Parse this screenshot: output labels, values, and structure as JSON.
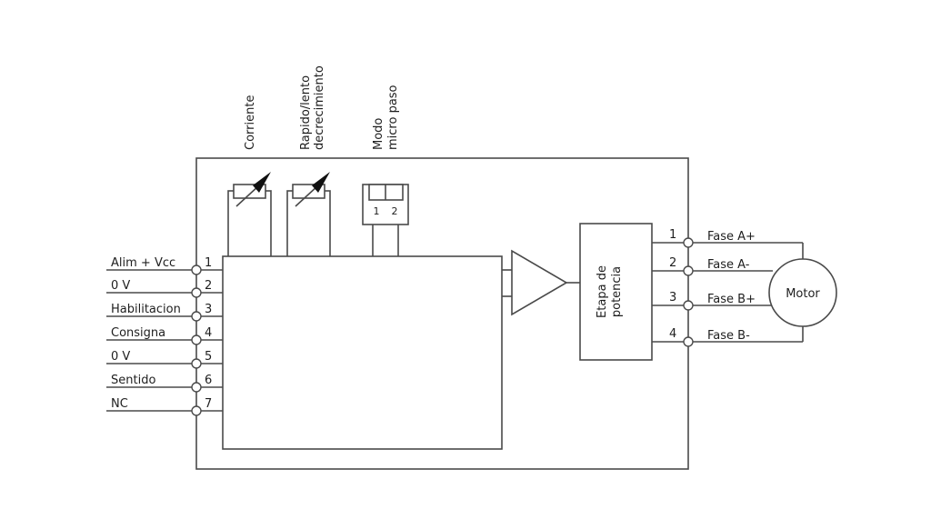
{
  "controls": {
    "corriente": "Corriente",
    "rapido_line1": "Rapido/lento",
    "rapido_line2": "decrecimiento",
    "modo_line1": "Modo",
    "modo_line2": "micro paso",
    "dip_labels": [
      "1",
      "2"
    ]
  },
  "inputs": [
    {
      "label": "Alim + Vcc",
      "pin": "1"
    },
    {
      "label": "0 V",
      "pin": "2"
    },
    {
      "label": "Habilitacion",
      "pin": "3"
    },
    {
      "label": "Consigna",
      "pin": "4"
    },
    {
      "label": "0 V",
      "pin": "5"
    },
    {
      "label": "Sentido",
      "pin": "6"
    },
    {
      "label": "NC",
      "pin": "7"
    }
  ],
  "power_stage": {
    "line1": "Etapa de",
    "line2": "potencia"
  },
  "outputs": [
    {
      "label": "Fase A+",
      "pin": "1"
    },
    {
      "label": "Fase A-",
      "pin": "2"
    },
    {
      "label": "Fase B+",
      "pin": "3"
    },
    {
      "label": "Fase B-",
      "pin": "4"
    }
  ],
  "motor": {
    "label": "Motor"
  }
}
